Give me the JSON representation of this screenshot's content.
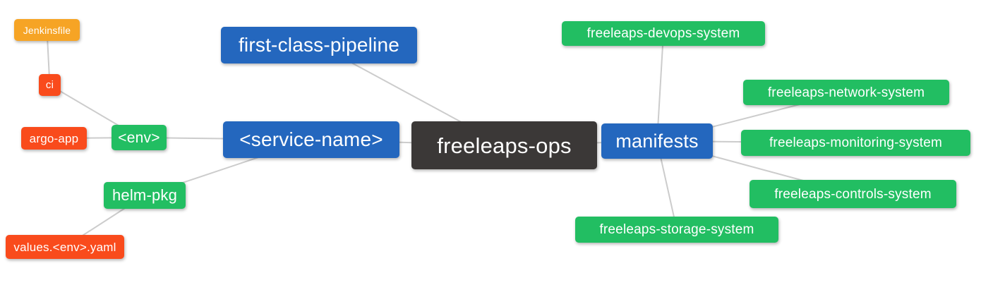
{
  "palette": {
    "root_bg": "#3B3837",
    "level1_bg": "#2467BE",
    "level2_bg": "#22BE62",
    "leaf_red_bg": "#F94B1C",
    "leaf_orange_bg": "#F6A425",
    "edge": "#CCCCCC",
    "text": "#FFFFFF",
    "canvas_bg": "#FFFFFF"
  },
  "diagram": {
    "type": "mindmap",
    "root_label": "freeleaps-ops",
    "nodes": [
      {
        "id": "freeleaps-ops",
        "label": "freeleaps-ops",
        "role": "root"
      },
      {
        "id": "first-class-pipeline",
        "label": "first-class-pipeline",
        "role": "level1"
      },
      {
        "id": "service-name",
        "label": "<service-name>",
        "role": "level1"
      },
      {
        "id": "manifests",
        "label": "manifests",
        "role": "level1"
      },
      {
        "id": "env",
        "label": "<env>",
        "role": "level2"
      },
      {
        "id": "helm-pkg",
        "label": "helm-pkg",
        "role": "level2"
      },
      {
        "id": "ci",
        "label": "ci",
        "role": "leaf-red"
      },
      {
        "id": "argo-app",
        "label": "argo-app",
        "role": "leaf-red"
      },
      {
        "id": "values-env-yaml",
        "label": "values.<env>.yaml",
        "role": "leaf-red"
      },
      {
        "id": "jenkinsfile",
        "label": "Jenkinsfile",
        "role": "leaf-orange"
      },
      {
        "id": "freeleaps-devops-system",
        "label": "freeleaps-devops-system",
        "role": "level2"
      },
      {
        "id": "freeleaps-network-system",
        "label": "freeleaps-network-system",
        "role": "level2"
      },
      {
        "id": "freeleaps-monitoring-system",
        "label": "freeleaps-monitoring-system",
        "role": "level2"
      },
      {
        "id": "freeleaps-controls-system",
        "label": "freeleaps-controls-system",
        "role": "level2"
      },
      {
        "id": "freeleaps-storage-system",
        "label": "freeleaps-storage-system",
        "role": "level2"
      }
    ],
    "edges": [
      [
        "jenkinsfile",
        "ci"
      ],
      [
        "ci",
        "env"
      ],
      [
        "argo-app",
        "env"
      ],
      [
        "env",
        "service-name"
      ],
      [
        "helm-pkg",
        "service-name"
      ],
      [
        "values-env-yaml",
        "helm-pkg"
      ],
      [
        "first-class-pipeline",
        "freeleaps-ops"
      ],
      [
        "service-name",
        "freeleaps-ops"
      ],
      [
        "freeleaps-ops",
        "manifests"
      ],
      [
        "manifests",
        "freeleaps-devops-system"
      ],
      [
        "manifests",
        "freeleaps-network-system"
      ],
      [
        "manifests",
        "freeleaps-monitoring-system"
      ],
      [
        "manifests",
        "freeleaps-controls-system"
      ],
      [
        "manifests",
        "freeleaps-storage-system"
      ]
    ]
  }
}
